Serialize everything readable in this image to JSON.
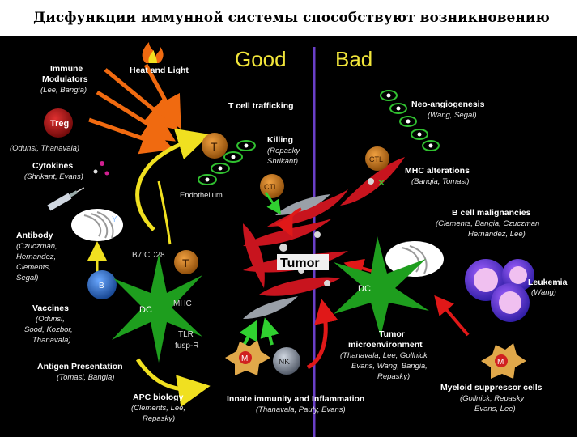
{
  "title": "Дисфункции иммунной системы способствуют возникновению опухолей",
  "headers": {
    "good": "Good",
    "bad": "Bad"
  },
  "labels": {
    "immune_modulators_1": "Immune",
    "immune_modulators_2": "Modulators",
    "immune_modulators_ref": "(Lee, Bangia)",
    "treg": "Treg",
    "treg_ref": "(Odunsi, Thanavala)",
    "heat_light": "Heat and Light",
    "cytokines": "Cytokines",
    "cytokines_ref": "(Shrikant, Evans)",
    "t_cell_trafficking": "T cell trafficking",
    "t_cell": "T",
    "killing": "Killing",
    "killing_ref_1": "(Repasky",
    "killing_ref_2": "Shrikant)",
    "endothelium": "Endothelium",
    "ctl": "CTL",
    "antibody": "Antibody",
    "antibody_ref_1": "(Czuczman,",
    "antibody_ref_2": "Hernandez,",
    "antibody_ref_3": "Clements,",
    "antibody_ref_4": "Segal)",
    "b_cell": "B",
    "b7_cd28": "B7:CD28",
    "t_cell_2": "T",
    "mhc": "MHC",
    "dc": "DC",
    "dc_2": "DC",
    "vaccines": "Vaccines",
    "vaccines_ref_1": "(Odunsi,",
    "vaccines_ref_2": "Sood, Kozbor,",
    "vaccines_ref_3": "Thanavala)",
    "tlr": "TLR",
    "tlr_2": "fusp-R",
    "antigen_presentation": "Antigen Presentation",
    "antigen_presentation_ref": "(Tomasi, Bangia)",
    "apc_biology": "APC biology",
    "apc_ref_1": "(Clements, Lee,",
    "apc_ref_2": "Repasky)",
    "tumor": "Tumor",
    "m_cell": "M",
    "nk_cell": "NK",
    "innate_immunity": "Innate immunity and Inflammation",
    "innate_ref": "(Thanavala, Pauly, Evans)",
    "neo_angiogenesis": "Neo-angiogenesis",
    "neo_ref": "(Wang, Segal)",
    "ctl_2": "CTL",
    "mhc_alterations": "MHC alterations",
    "mhc_alt_ref": "(Bangia, Tomasi)",
    "b_cell_malignancies": "B cell malignancies",
    "b_cell_mal_ref_1": "(Clements, Bangia, Czuczman",
    "b_cell_mal_ref_2": "Hernandez, Lee)",
    "leukemia": "Leukemia",
    "leukemia_ref": "(Wang)",
    "tumor_micro_1": "Tumor",
    "tumor_micro_2": "microenvironment",
    "tumor_micro_ref_1": "(Thanavala, Lee, Gollnick",
    "tumor_micro_ref_2": "Evans, Wang, Bangia,",
    "tumor_micro_ref_3": "Repasky)",
    "m_cell_2": "M",
    "myeloid": "Myeloid suppressor cells",
    "myeloid_ref_1": "(Gollnick, Repasky",
    "myeloid_ref_2": "Evans, Lee)"
  },
  "colors": {
    "background": "#000000",
    "divider": "#6a3fc8",
    "header_text": "#f2e63a",
    "tumor": "#c8141e",
    "dc_cell": "#1e9e1e",
    "arrow_orange": "#f06a10",
    "arrow_yellow": "#f0e020",
    "arrow_green": "#30d030",
    "arrow_red": "#e01818"
  }
}
